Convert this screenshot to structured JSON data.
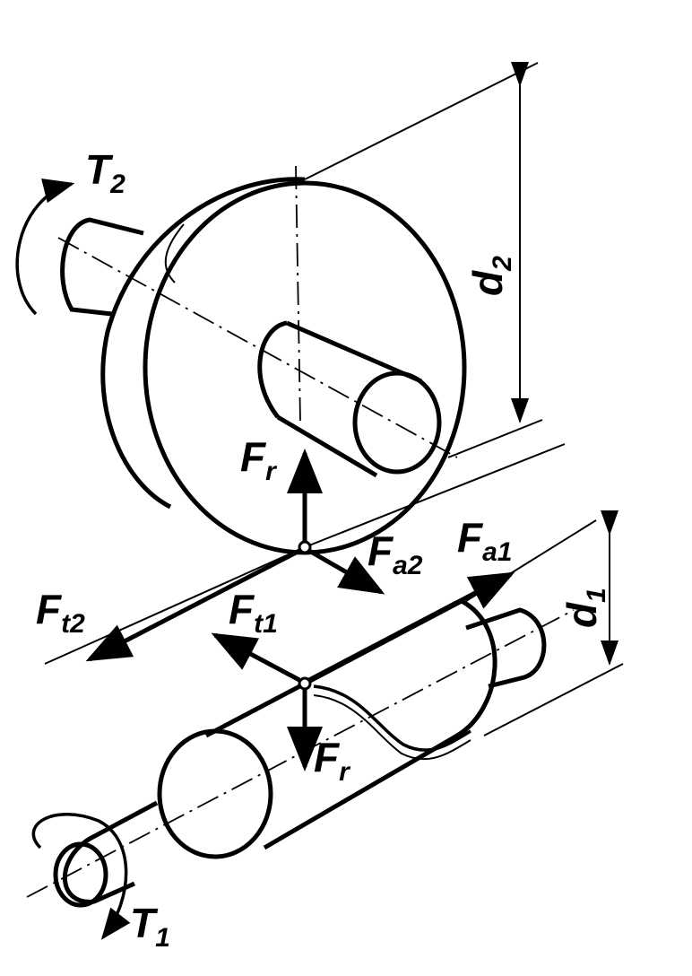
{
  "labels": {
    "t2": {
      "main": "T",
      "sub": "2"
    },
    "t1": {
      "main": "T",
      "sub": "1"
    },
    "d2": {
      "main": "d",
      "sub": "2"
    },
    "d1": {
      "main": "d",
      "sub": "1"
    },
    "fr_upper": {
      "main": "F",
      "sub": "r"
    },
    "fr_lower": {
      "main": "F",
      "sub": "r"
    },
    "fa2": {
      "main": "F",
      "sub": "a2"
    },
    "fa1": {
      "main": "F",
      "sub": "a1"
    },
    "ft2": {
      "main": "F",
      "sub": "t2"
    },
    "ft1": {
      "main": "F",
      "sub": "t1"
    }
  },
  "colors": {
    "ink": "#000000",
    "background": "#ffffff"
  }
}
